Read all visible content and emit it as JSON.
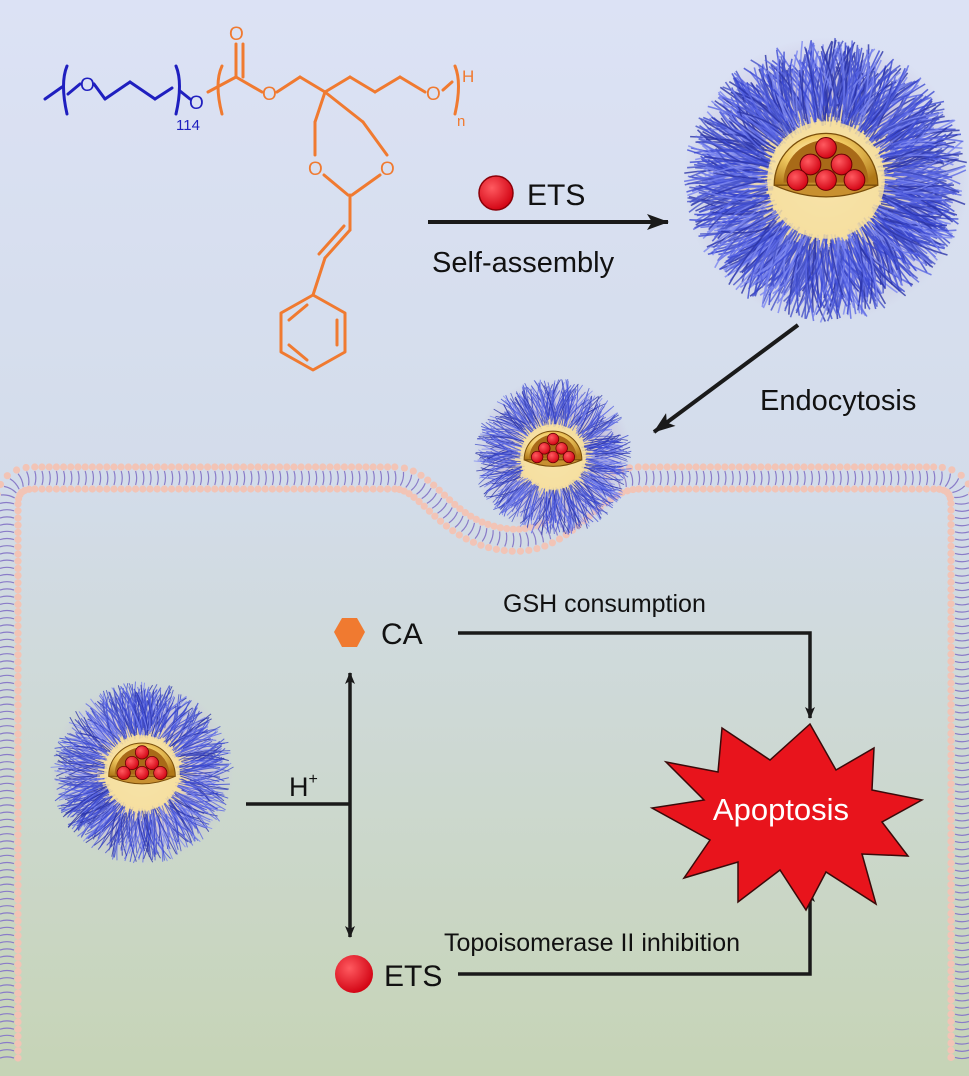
{
  "colors": {
    "background_top": "#d9e0f4",
    "background_bottom": "#c5d3b4",
    "peg_blue": "#1f1fbf",
    "polymer_orange": "#f07a30",
    "drug_red": "#e5101b",
    "membrane_pink": "#f2c4b6",
    "membrane_tail": "#8a7cc8",
    "arrow": "#1a1a1a",
    "apoptosis_fill": "#e8141c",
    "micelle_shell": "#4a58d8",
    "micelle_core": "#d4a030"
  },
  "chemistry": {
    "peg_repeat": "114",
    "polymer_repeat": "n",
    "peg_atom": "O",
    "linker_atom": "O",
    "end_atom": "O",
    "end_group": "H",
    "carbonyl_atom": "O",
    "ring_atom_left": "O",
    "ring_atom_right": "O"
  },
  "labels": {
    "ets_top": "ETS",
    "self_assembly": "Self-assembly",
    "endocytosis": "Endocytosis",
    "gsh_consumption": "GSH consumption",
    "ca": "CA",
    "h_plus_base": "H",
    "h_plus_sup": "+",
    "ets_bottom": "ETS",
    "topoisomerase": "Topoisomerase II inhibition",
    "apoptosis": "Apoptosis"
  }
}
